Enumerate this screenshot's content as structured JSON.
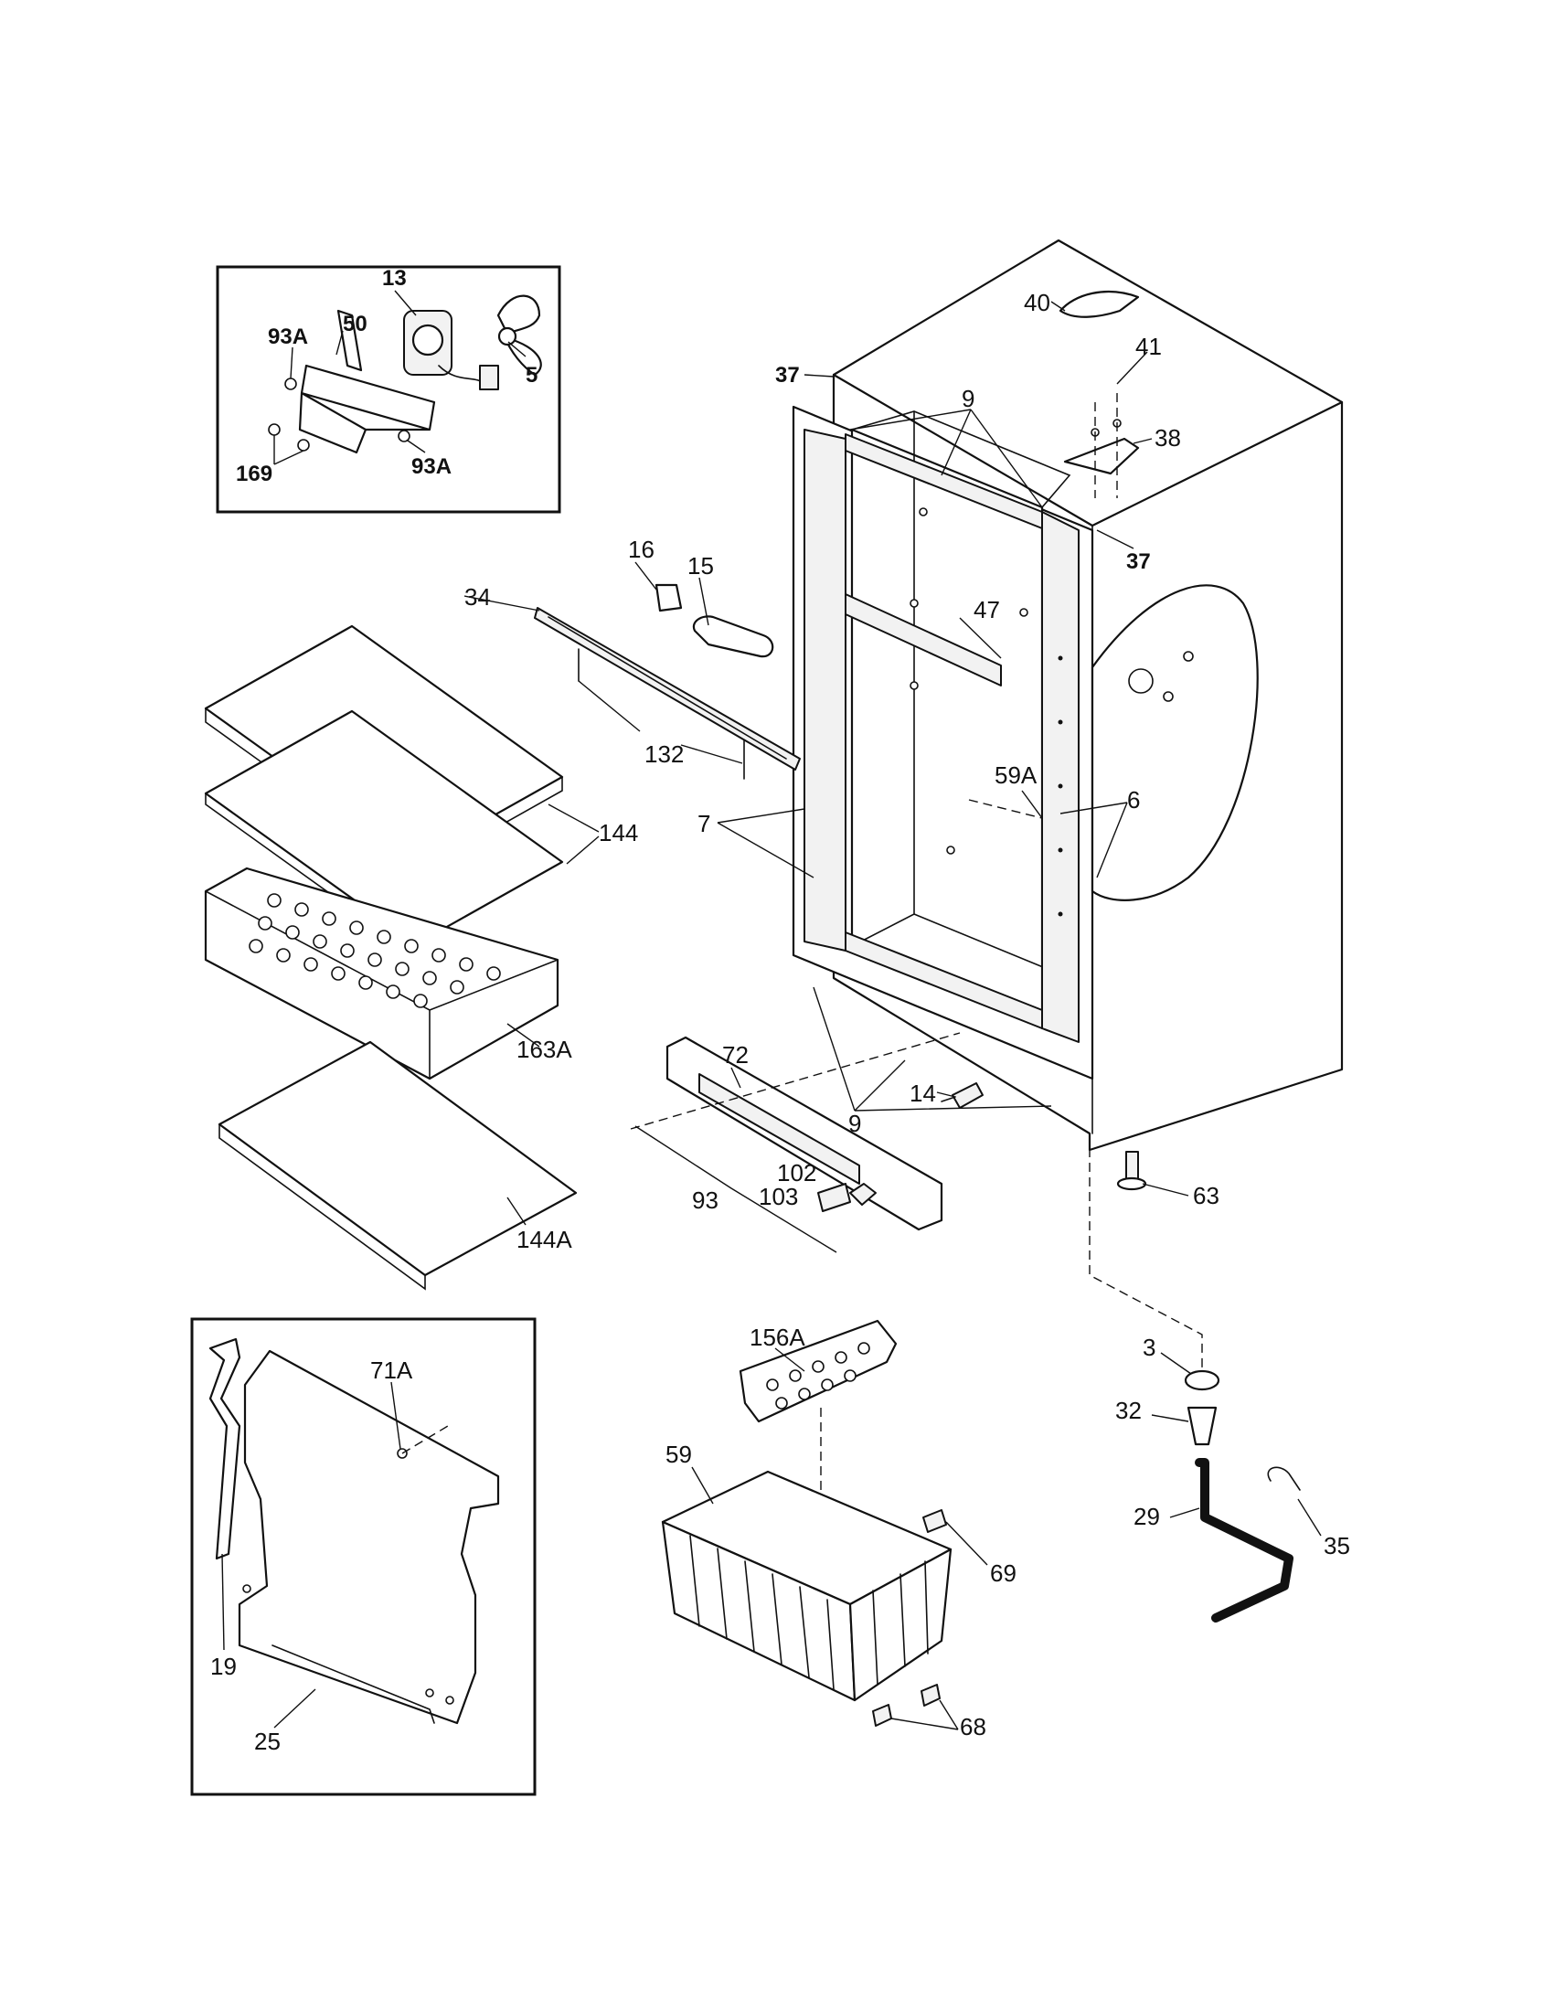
{
  "labels": {
    "c13": "13",
    "c50": "50",
    "c93a_top": "93A",
    "c93a_bottom": "93A",
    "c5": "5",
    "c169": "169",
    "c37_top": "37",
    "c37_right": "37",
    "c40": "40",
    "c41": "41",
    "c38": "38",
    "c9_top": "9",
    "c9_bottom": "9",
    "c16": "16",
    "c15": "15",
    "c34": "34",
    "c47": "47",
    "c132": "132",
    "c144": "144",
    "c7": "7",
    "c59a": "59A",
    "c6": "6",
    "c163a": "163A",
    "c72": "72",
    "c14": "14",
    "c63": "63",
    "c102": "102",
    "c103": "103",
    "c93": "93",
    "c144a": "144A",
    "c71a": "71A",
    "c156a": "156A",
    "c3": "3",
    "c32": "32",
    "c59": "59",
    "c29": "29",
    "c35": "35",
    "c69": "69",
    "c19": "19",
    "c68": "68",
    "c25": "25"
  }
}
